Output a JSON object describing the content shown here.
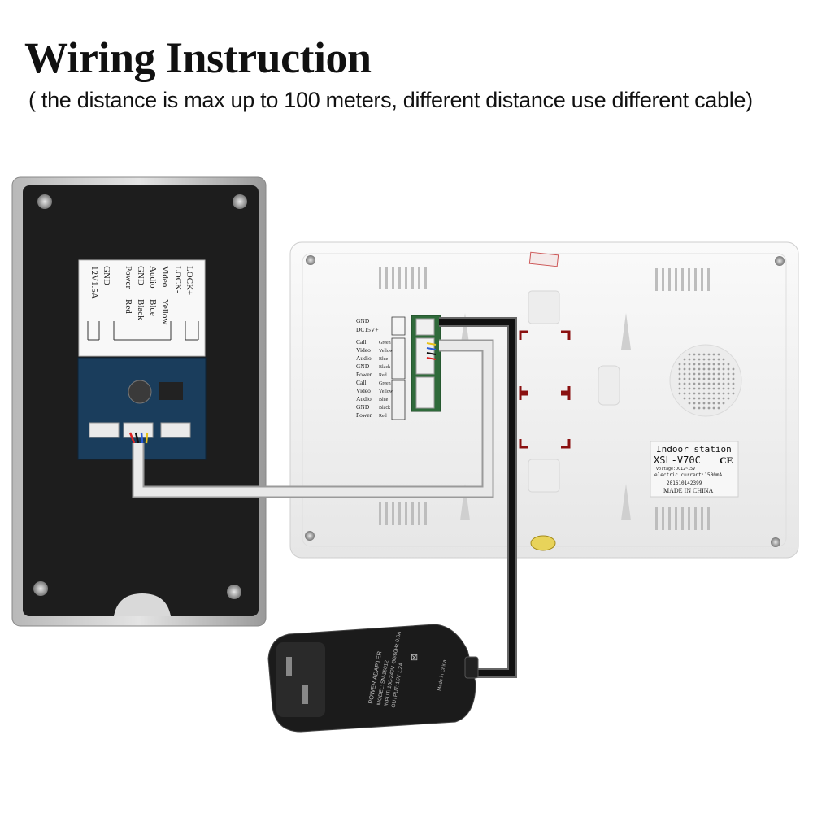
{
  "header": {
    "title": "Wiring Instruction",
    "subtitle": "( the distance is max up to 100 meters, different distance use different cable)"
  },
  "outdoor_unit": {
    "terminal_labels": [
      "LOCK+",
      "LOCK-",
      "Video",
      "Audio",
      "GND",
      "Power",
      "GND",
      "12V1.5A"
    ],
    "wire_colors": [
      "Yellow",
      "Blue",
      "Black",
      "Red"
    ]
  },
  "indoor_unit": {
    "terminal_labels": [
      "GND",
      "DC15V+",
      "Call",
      "Video",
      "Audio",
      "GND",
      "Power",
      "Call",
      "Video",
      "Audio",
      "GND",
      "Power"
    ],
    "wire_colors": [
      "Green",
      "Yellow",
      "Blue",
      "Black",
      "Red",
      "Green",
      "Yellow",
      "Blue",
      "Black",
      "Red"
    ],
    "sticker": {
      "line1": "Indoor station",
      "model": "XSL-V70C",
      "ce": "CE",
      "voltage": "voltage:DC12~15V",
      "current": "electric current:1500mA",
      "serial": "201610142399",
      "origin": "MADE IN CHINA"
    }
  },
  "power_adapter": {
    "title": "POWER ADAPTER",
    "model": "MODEL: SN-15012",
    "input": "INPUT: 100-240V~50/60Hz 0.6A",
    "output": "OUTPUT: 15V 1.2A",
    "origin": "Made in China"
  },
  "colors": {
    "cable_gray": "#e6e6e6",
    "cable_black": "#111111",
    "panel_black": "#1c1c1c",
    "monitor_white": "#f3f3f3"
  }
}
